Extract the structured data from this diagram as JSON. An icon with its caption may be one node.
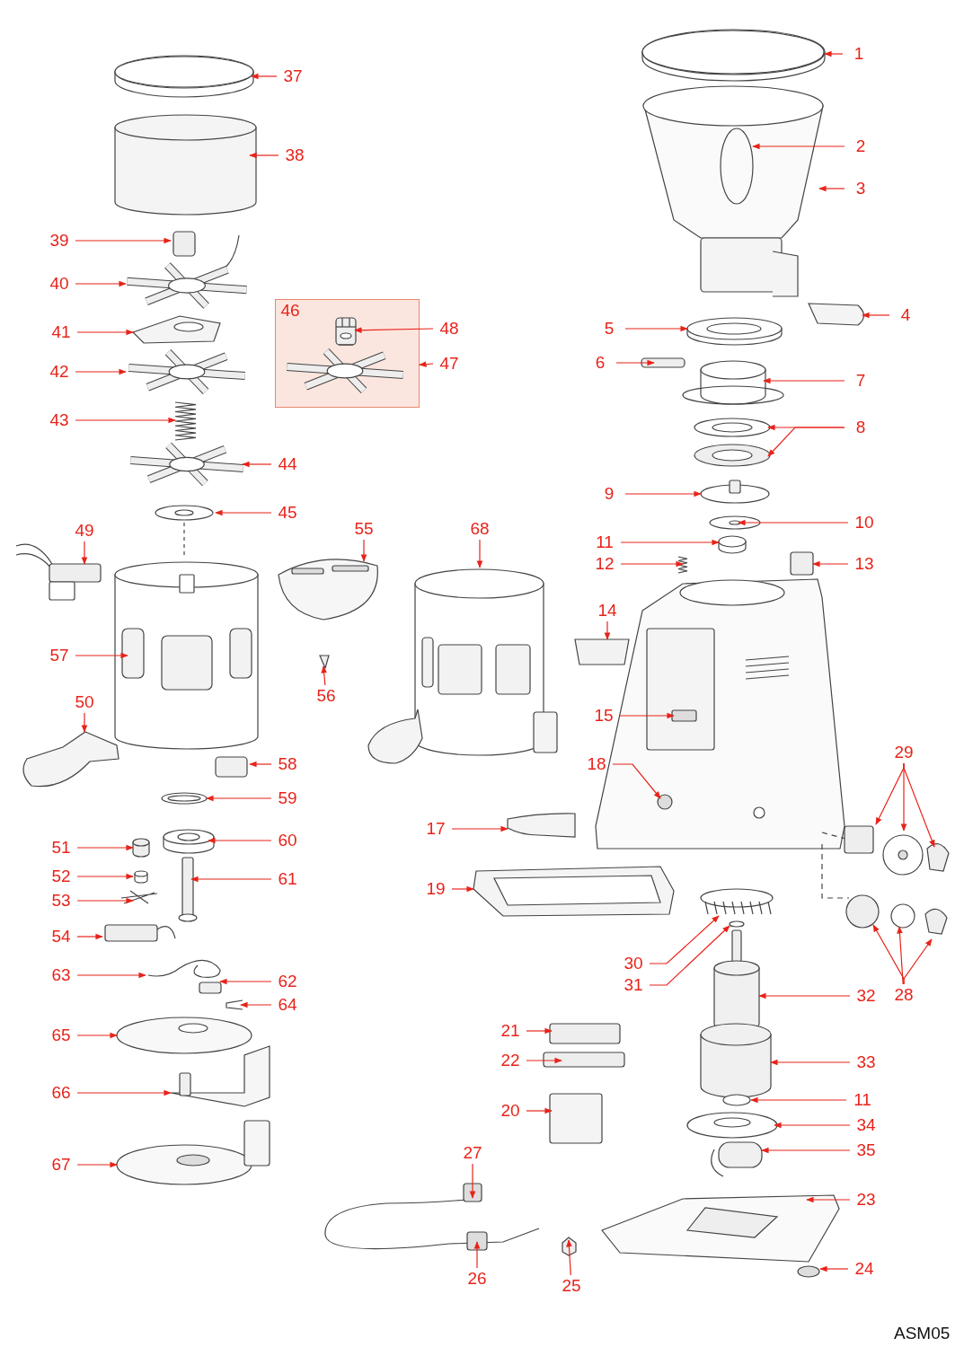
{
  "diagram": {
    "nodes": [
      {
        "text": [
          "37"
        ]
      },
      {
        "text": [
          "38"
        ]
      },
      {
        "text": [
          "39"
        ]
      },
      {
        "text": [
          "40"
        ]
      },
      {
        "text": [
          "41"
        ]
      },
      {
        "text": [
          "42"
        ]
      },
      {
        "text": [
          "43"
        ]
      },
      {
        "text": [
          "44"
        ]
      },
      {
        "text": [
          "45"
        ]
      },
      {
        "text": [
          "49"
        ]
      },
      {
        "text": [
          "57"
        ]
      },
      {
        "text": [
          "50"
        ]
      },
      {
        "text": [
          "58"
        ]
      },
      {
        "text": [
          "59"
        ]
      },
      {
        "text": [
          "51"
        ]
      },
      {
        "text": [
          "60"
        ]
      },
      {
        "text": [
          "52"
        ]
      },
      {
        "text": [
          "61"
        ]
      },
      {
        "text": [
          "53"
        ]
      },
      {
        "text": [
          "54"
        ]
      },
      {
        "text": [
          "63"
        ]
      },
      {
        "text": [
          "62"
        ]
      },
      {
        "text": [
          "64"
        ]
      },
      {
        "text": [
          "65"
        ]
      },
      {
        "text": [
          "66"
        ]
      },
      {
        "text": [
          "67"
        ]
      },
      {
        "text": [
          "46"
        ]
      },
      {
        "text": [
          "48"
        ]
      },
      {
        "text": [
          "47"
        ]
      },
      {
        "text": [
          "55"
        ]
      },
      {
        "text": [
          "68"
        ]
      },
      {
        "text": [
          "56"
        ]
      },
      {
        "text": [
          "14"
        ]
      },
      {
        "text": [
          "15"
        ]
      },
      {
        "text": [
          "18"
        ]
      },
      {
        "text": [
          "17"
        ]
      },
      {
        "text": [
          "19"
        ]
      },
      {
        "text": [
          "21"
        ]
      },
      {
        "text": [
          "22"
        ]
      },
      {
        "text": [
          "20"
        ]
      },
      {
        "text": [
          "27"
        ]
      },
      {
        "text": [
          "26"
        ]
      },
      {
        "text": [
          "25"
        ]
      },
      {
        "text": [
          "1"
        ]
      },
      {
        "text": [
          "2"
        ]
      },
      {
        "text": [
          "3"
        ]
      },
      {
        "text": [
          "4"
        ]
      },
      {
        "text": [
          "5"
        ]
      },
      {
        "text": [
          "6"
        ]
      },
      {
        "text": [
          "7"
        ]
      },
      {
        "text": [
          "8"
        ]
      },
      {
        "text": [
          "9"
        ]
      },
      {
        "text": [
          "10"
        ]
      },
      {
        "text": [
          "11"
        ]
      },
      {
        "text": [
          "12"
        ]
      },
      {
        "text": [
          "13"
        ]
      },
      {
        "text": [
          "29"
        ]
      },
      {
        "text": [
          "30"
        ]
      },
      {
        "text": [
          "31"
        ]
      },
      {
        "text": [
          "32"
        ]
      },
      {
        "text": [
          "28"
        ]
      },
      {
        "text": [
          "33"
        ]
      },
      {
        "text": [
          "11"
        ]
      },
      {
        "text": [
          "34"
        ]
      },
      {
        "text": [
          "35"
        ]
      },
      {
        "text": [
          "23"
        ]
      },
      {
        "text": [
          "24"
        ]
      },
      {
        "text": [],
        "shape": "picture",
        "in": 26
      },
      {
        "text": [],
        "shape": "picture",
        "in": 26
      }
    ],
    "edges": [
      {
        "from": 0,
        "to": null,
        "arrow": "to"
      },
      {
        "from": 1,
        "to": null,
        "arrow": "to"
      },
      {
        "from": 2,
        "to": null,
        "arrow": "to"
      },
      {
        "from": 3,
        "to": null,
        "arrow": "to"
      },
      {
        "from": 4,
        "to": null,
        "arrow": "to"
      },
      {
        "from": 5,
        "to": null,
        "arrow": "to"
      },
      {
        "from": 6,
        "to": null,
        "arrow": "to"
      },
      {
        "from": 7,
        "to": null,
        "arrow": "to"
      },
      {
        "from": 8,
        "to": null,
        "arrow": "to"
      },
      {
        "from": 9,
        "to": null,
        "arrow": "to"
      },
      {
        "from": 10,
        "to": null,
        "arrow": "to"
      },
      {
        "from": 11,
        "to": null,
        "arrow": "to"
      },
      {
        "from": 12,
        "to": null,
        "arrow": "to"
      },
      {
        "from": 13,
        "to": null,
        "arrow": "to"
      },
      {
        "from": 14,
        "to": null,
        "arrow": "to"
      },
      {
        "from": 15,
        "to": null,
        "arrow": "to"
      },
      {
        "from": 16,
        "to": null,
        "arrow": "to"
      },
      {
        "from": 17,
        "to": null,
        "arrow": "to"
      },
      {
        "from": 18,
        "to": null,
        "arrow": "to"
      },
      {
        "from": 19,
        "to": null,
        "arrow": "to"
      },
      {
        "from": 20,
        "to": null,
        "arrow": "to"
      },
      {
        "from": 21,
        "to": null,
        "arrow": "to"
      },
      {
        "from": 22,
        "to": null,
        "arrow": "to"
      },
      {
        "from": 23,
        "to": null,
        "arrow": "to"
      },
      {
        "from": 24,
        "to": null,
        "arrow": "to"
      },
      {
        "from": 25,
        "to": null,
        "arrow": "to"
      },
      {
        "from": 27,
        "to": 67,
        "arrow": "to"
      },
      {
        "from": 28,
        "to": 68,
        "arrow": "to"
      },
      {
        "from": 29,
        "to": null,
        "arrow": "to"
      },
      {
        "from": 30,
        "to": null,
        "arrow": "to"
      },
      {
        "from": 31,
        "to": null,
        "arrow": "to"
      },
      {
        "from": 32,
        "to": null,
        "arrow": "to"
      },
      {
        "from": 33,
        "to": null,
        "arrow": "to"
      },
      {
        "from": 34,
        "to": null,
        "arrow": "to"
      },
      {
        "from": 35,
        "to": null,
        "arrow": "to"
      },
      {
        "from": 36,
        "to": null,
        "arrow": "to"
      },
      {
        "from": 37,
        "to": null,
        "arrow": "to"
      },
      {
        "from": 38,
        "to": null,
        "arrow": "to"
      },
      {
        "from": 39,
        "to": null,
        "arrow": "to"
      },
      {
        "from": 40,
        "to": null,
        "arrow": "to"
      },
      {
        "from": 41,
        "to": null,
        "arrow": "to"
      },
      {
        "from": 42,
        "to": null,
        "arrow": "to"
      },
      {
        "from": 43,
        "to": null,
        "arrow": "to"
      },
      {
        "from": 44,
        "to": null,
        "arrow": "to"
      },
      {
        "from": 45,
        "to": null,
        "arrow": "to"
      },
      {
        "from": 46,
        "to": null,
        "arrow": "to"
      },
      {
        "from": 47,
        "to": null,
        "arrow": "to"
      },
      {
        "from": 48,
        "to": null,
        "arrow": "to"
      },
      {
        "from": 49,
        "to": null,
        "arrow": "to"
      },
      {
        "from": 50,
        "to": null,
        "arrow": "to"
      },
      {
        "from": 50,
        "to": null,
        "arrow": "to"
      },
      {
        "from": 51,
        "to": null,
        "arrow": "to"
      },
      {
        "from": 52,
        "to": null,
        "arrow": "to"
      },
      {
        "from": 53,
        "to": null,
        "arrow": "to"
      },
      {
        "from": 54,
        "to": null,
        "arrow": "to"
      },
      {
        "from": 55,
        "to": null,
        "arrow": "to"
      },
      {
        "from": 56,
        "to": null,
        "arrow": "to"
      },
      {
        "from": 56,
        "to": null,
        "arrow": "to"
      },
      {
        "from": 56,
        "to": null,
        "arrow": "to"
      },
      {
        "from": 57,
        "to": null,
        "arrow": "to"
      },
      {
        "from": 58,
        "to": null,
        "arrow": "to"
      },
      {
        "from": 59,
        "to": null,
        "arrow": "to"
      },
      {
        "from": 60,
        "to": null,
        "arrow": "to"
      },
      {
        "from": 60,
        "to": null,
        "arrow": "to"
      },
      {
        "from": 60,
        "to": null,
        "arrow": "to"
      },
      {
        "from": 61,
        "to": null,
        "arrow": "to"
      },
      {
        "from": 62,
        "to": null,
        "arrow": "to"
      },
      {
        "from": 63,
        "to": null,
        "arrow": "to"
      },
      {
        "from": 64,
        "to": null,
        "arrow": "to"
      },
      {
        "from": 65,
        "to": null,
        "arrow": "to"
      },
      {
        "from": 66,
        "to": null,
        "arrow": "to"
      }
    ],
    "labels": [
      "ASM05"
    ]
  }
}
